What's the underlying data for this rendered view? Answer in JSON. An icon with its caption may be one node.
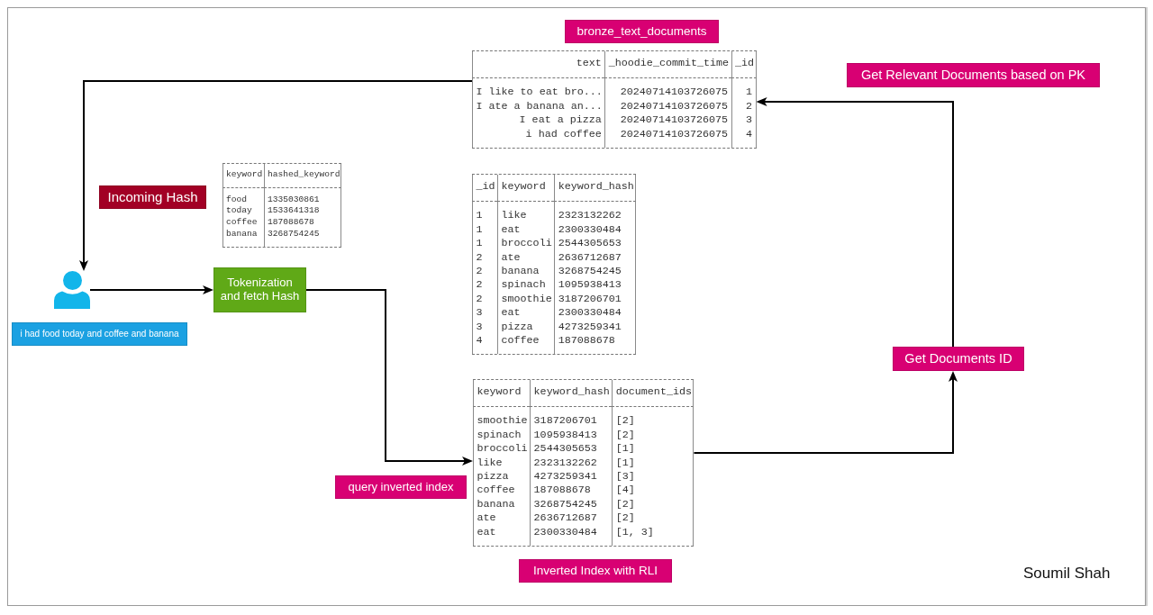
{
  "diagram": {
    "nodes": [
      {
        "text": [
          "bronze_text_documents"
        ]
      },
      {
        "text": [
          "text",
          "_hoodie_commit_time",
          "_id",
          "I like to eat bro...",
          "20240714103726075",
          "1",
          "I ate a banana an...",
          "20240714103726075",
          "2",
          "I eat a pizza",
          "20240714103726075",
          "3",
          "i had coffee",
          "20240714103726075",
          "4"
        ]
      },
      {
        "text": [
          "Get Relevant Documents based on PK"
        ]
      },
      {
        "text": [
          "keyword",
          "hashed_keyword",
          "food",
          "1335030861",
          "today",
          "1533641318",
          "coffee",
          "187088678",
          "banana",
          "3268754245"
        ]
      },
      {
        "text": [
          "Incoming Hash"
        ]
      },
      {
        "text": [
          "_id",
          "keyword",
          "keyword_hash",
          "1",
          "like",
          "2323132262",
          "1",
          "eat",
          "2300330484",
          "1",
          "broccoli",
          "2544305653",
          "2",
          "ate",
          "2636712687",
          "2",
          "banana",
          "3268754245",
          "2",
          "spinach",
          "1095938413",
          "2",
          "smoothie",
          "3187206701",
          "3",
          "eat",
          "2300330484",
          "3",
          "pizza",
          "4273259341",
          "4",
          "coffee",
          "187088678"
        ]
      },
      {
        "text": [],
        "shape": "person"
      },
      {
        "text": [
          "Tokenization and fetch Hash"
        ]
      },
      {
        "text": [
          "i had food today and coffee and banana"
        ]
      },
      {
        "text": [
          "Get Documents ID"
        ]
      },
      {
        "text": [
          "keyword",
          "keyword_hash",
          "document_ids",
          "smoothie",
          "3187206701",
          "[2]",
          "spinach",
          "1095938413",
          "[2]",
          "broccoli",
          "2544305653",
          "[1]",
          "like",
          "2323132262",
          "[1]",
          "pizza",
          "4273259341",
          "[3]",
          "coffee",
          "187088678",
          "[4]",
          "banana",
          "3268754245",
          "[2]",
          "ate",
          "2636712687",
          "[2]",
          "eat",
          "2300330484",
          "[1, 3]"
        ]
      },
      {
        "text": [
          "query inverted index"
        ]
      },
      {
        "text": [
          "Inverted Index with RLI"
        ]
      }
    ],
    "edges": [
      {
        "from": 1,
        "to": 6,
        "arrow": "to"
      },
      {
        "from": 6,
        "to": 7,
        "arrow": "to"
      },
      {
        "from": 7,
        "to": 10,
        "arrow": "to"
      },
      {
        "from": 10,
        "to": 9,
        "arrow": "to"
      },
      {
        "from": 9,
        "to": 1,
        "arrow": "to"
      }
    ],
    "labels": [
      "Soumil Shah"
    ]
  }
}
